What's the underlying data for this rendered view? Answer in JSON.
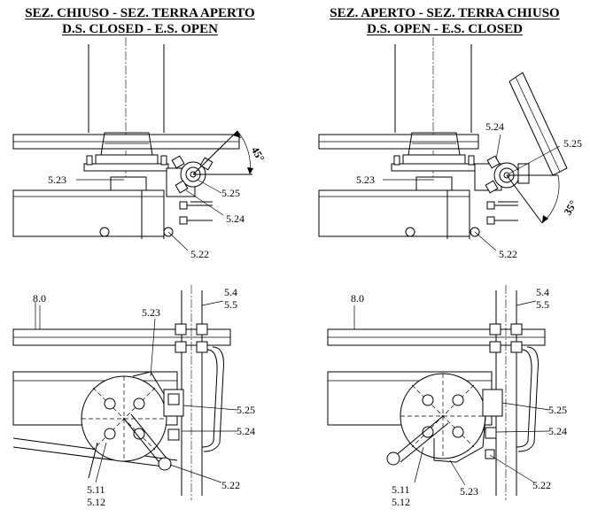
{
  "titles": {
    "left": {
      "line1": "SEZ. CHIUSO - SEZ. TERRA APERTO",
      "line2": "D.S. CLOSED - E.S. OPEN"
    },
    "right": {
      "line1": "SEZ. APERTO - SEZ. TERRA CHIUSO",
      "line2": "D.S. OPEN - E.S. CLOSED"
    }
  },
  "top_left": {
    "labels": [
      "5.23",
      "5.25",
      "5.24",
      "5.22"
    ],
    "angle": "45°"
  },
  "top_right": {
    "labels": [
      "5.24",
      "5.25",
      "5.23",
      "5.22"
    ],
    "angle": "35°"
  },
  "bottom_left": {
    "labels": [
      "8.0",
      "5.23",
      "5.4",
      "5.5",
      "5.25",
      "5.24",
      "5.11",
      "5.12",
      "5.22"
    ]
  },
  "bottom_right": {
    "labels": [
      "8.0",
      "5.4",
      "5.5",
      "5.25",
      "5.24",
      "5.11",
      "5.12",
      "5.23",
      "5.22"
    ]
  },
  "colors": {
    "line": "#000000",
    "background": "#ffffff"
  }
}
